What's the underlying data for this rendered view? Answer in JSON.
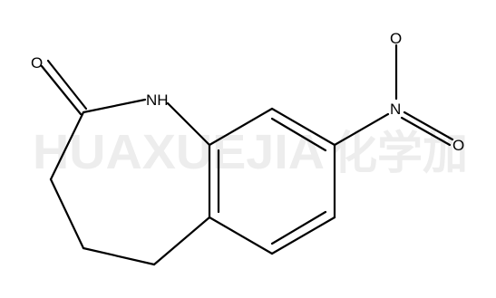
{
  "watermark": {
    "latin": "HUAXUEJIA",
    "cjk": "化学加"
  },
  "structure": {
    "atoms": [
      {
        "id": "O1",
        "label": "O"
      },
      {
        "id": "NH",
        "label": "NH"
      },
      {
        "id": "N_nitro",
        "label": "N"
      },
      {
        "id": "O2",
        "label": "O"
      },
      {
        "id": "O3",
        "label": "O"
      }
    ]
  },
  "colors": {
    "bond": "#000000",
    "label": "#000000",
    "watermark": "#ededed",
    "background": "#ffffff"
  }
}
